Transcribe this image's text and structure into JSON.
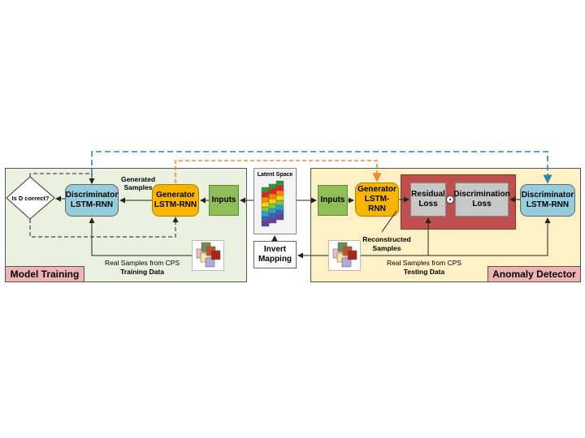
{
  "panels": {
    "training_label": "Model Training",
    "detector_label": "Anomaly Detector"
  },
  "training": {
    "discriminator": [
      "Discriminator",
      "LSTM-RNN"
    ],
    "generator": [
      "Generator",
      "LSTM-RNN"
    ],
    "inputs": "Inputs",
    "decision": "Is D correct?",
    "generated_samples": [
      "Generated",
      "Samples"
    ],
    "real_samples": "Real Samples from CPS",
    "training_data": "Training Data"
  },
  "center": {
    "latent_space": "Latent Space",
    "invert_mapping": [
      "Invert",
      "Mapping"
    ]
  },
  "detector": {
    "inputs": "Inputs",
    "generator": [
      "Generator",
      "LSTM-",
      "RNN"
    ],
    "residual_loss": [
      "Residual",
      "Loss"
    ],
    "discrimination_loss": [
      "Discrimination",
      "Loss"
    ],
    "discriminator": [
      "Discriminator",
      "LSTM-RNN"
    ],
    "reconstructed_samples": [
      "Reconstructed",
      "Samples"
    ],
    "real_samples": "Real Samples from CPS",
    "testing_data": "Testing Data"
  },
  "colors": {
    "feedback_blue": "#2e86b3",
    "feedback_orange": "#f08a2a",
    "training_bg": "#eaf1df",
    "detector_bg": "#fdf0c5",
    "loss_frame": "#c0504d",
    "latent_stack": [
      "#6a3d9a",
      "#3f5fb5",
      "#2a9fd6",
      "#7ac943",
      "#ffd400",
      "#ff8a00",
      "#e52421",
      "#2a9a3a"
    ]
  },
  "icons": [
    "sample-stack-icon",
    "latent-stack-icon",
    "operator-circle-icon"
  ]
}
